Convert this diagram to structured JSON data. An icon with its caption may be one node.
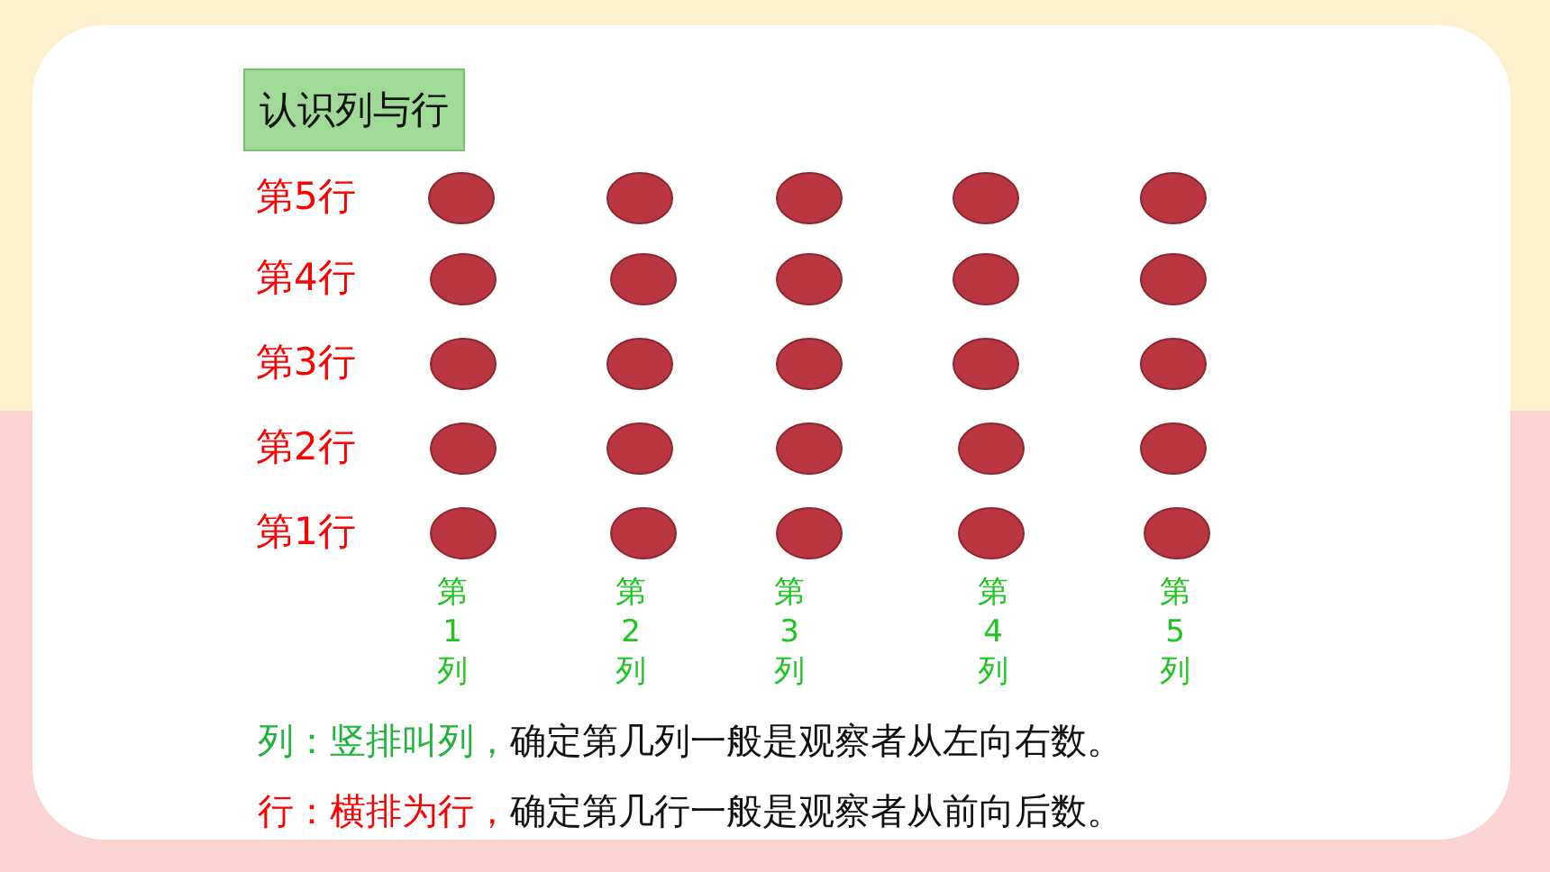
{
  "diagram": {
    "nodes": [
      {
        "text": [
          "认识列与行"
        ]
      }
    ],
    "labels": [
      "第5行",
      "第4行",
      "第3行",
      "第2行",
      "第1行",
      "第1列",
      "第2列",
      "第3列",
      "第4列",
      "第5列",
      "列：竖排叫列，",
      "确定第几列一般是观察者从左向右数。",
      "行：横排为行，",
      "确定第几行一般是观察者从前向后数。"
    ]
  }
}
